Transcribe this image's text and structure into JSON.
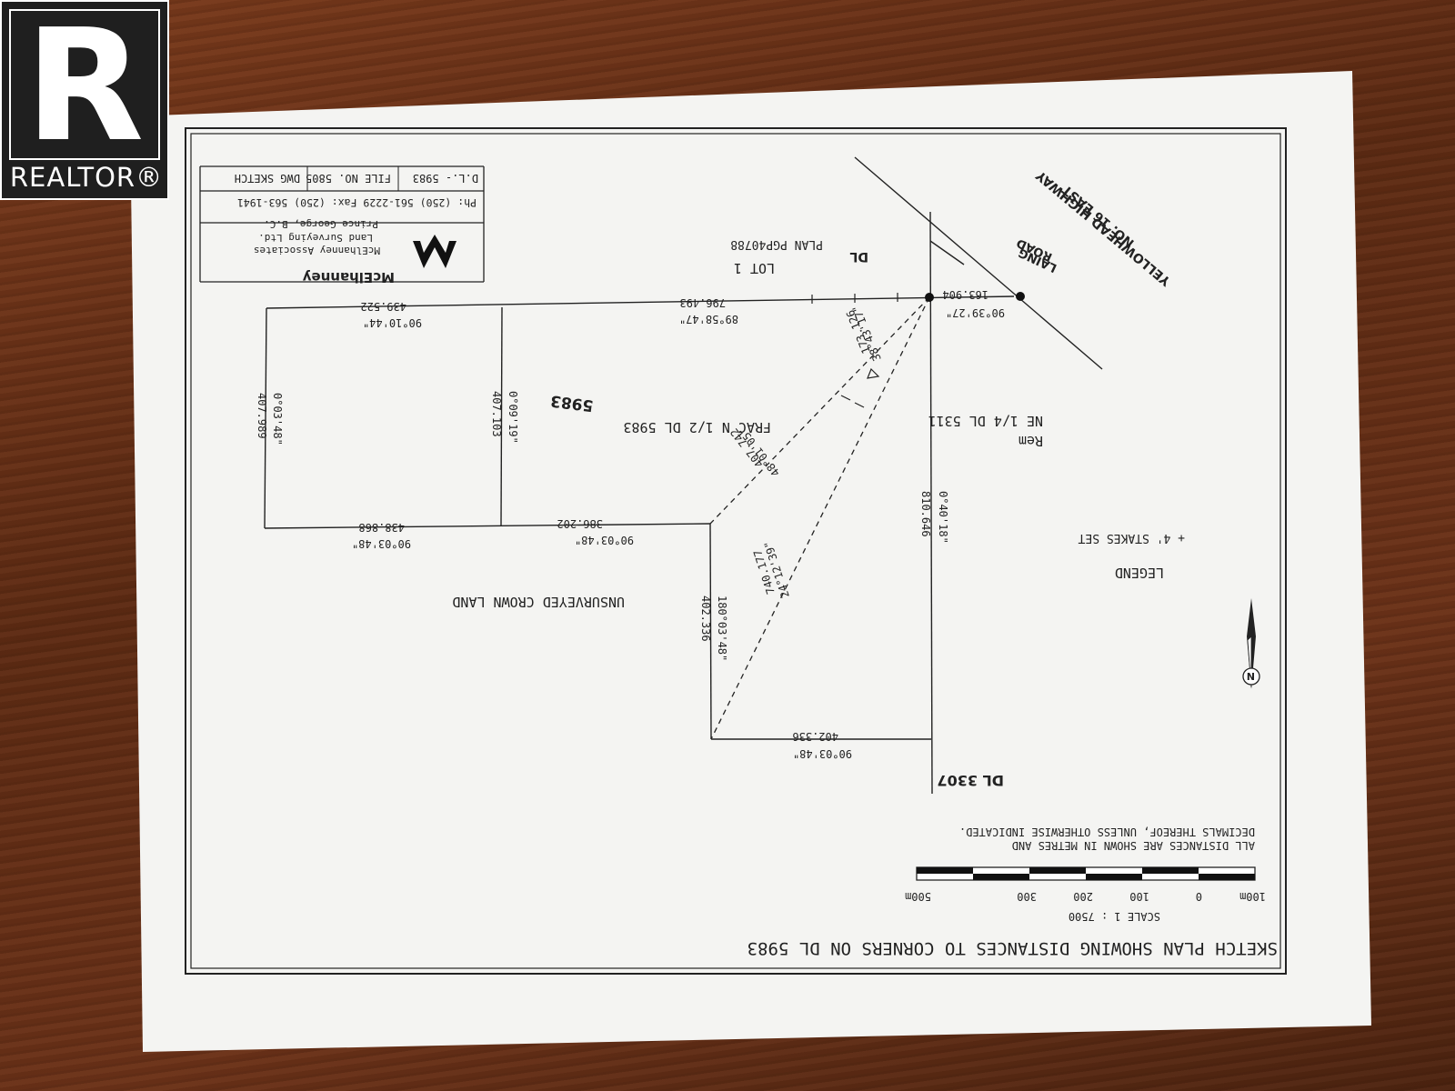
{
  "watermark": {
    "letter": "R",
    "text": "REALTOR®"
  },
  "title": "SKETCH PLAN SHOWING DISTANCES TO CORNERS ON DL 5983",
  "scale": {
    "label": "SCALE 1 : 7500",
    "ticks": [
      "100m",
      "0",
      "100",
      "200",
      "300",
      "500m"
    ],
    "note_line1": "ALL DISTANCES ARE SHOWN IN METRES AND",
    "note_line2": "DECIMALS THEREOF, UNLESS OTHERWISE INDICATED."
  },
  "title_block": {
    "company": "McElhanney",
    "line1": "McElhanney Associates",
    "line2": "Land Surveying Ltd.",
    "line3": "Prince George, B.C.",
    "phone": "Ph: (250) 561-2229 Fax: (250) 563-1941",
    "dl": "D.L.- 5983",
    "file": "FILE NO. 5805",
    "dwg": "DWG SKETCH"
  },
  "legend": {
    "title": "LEGEND",
    "item": "+ 4' STAKES SET"
  },
  "map_labels": {
    "highway1": "YELLOWHEAD HIGHWAY",
    "highway2": "NO. 16 EAST",
    "road1": "LAING",
    "road2": "ROAD",
    "dl": "DL",
    "lot": "LOT 1",
    "plan": "PLAN PGP40788",
    "rem": "Rem",
    "ne": "NE 1/4 DL 5311",
    "frac": "FRAC N 1/2 DL 5983",
    "dl_num": "5983",
    "crown": "UNSURVEYED CROWN LAND",
    "dl3307": "DL 3307"
  },
  "dimensions": {
    "d_439_522": "439.522",
    "a_90_10_44": "90°10'44\"",
    "d_796_493": "796.493",
    "a_89_58_47": "89°58'47\"",
    "d_163_904": "163.904",
    "a_90_39_27": "90°39'27\"",
    "a_0_03_48_left": "0°03'48\"",
    "d_407_989": "407.989",
    "a_0_09_19": "0°09'19\"",
    "d_407_103": "407.103",
    "d_438_868": "438.868",
    "a_90_03_48_a": "90°03'48\"",
    "d_386_202": "386.202",
    "a_90_03_48_b": "90°03'48\"",
    "d_173_126": "173.126",
    "a_38_43_17": "38°43'17\"",
    "d_407_742": "407.742",
    "a_48_01_05": "48°01'05\"",
    "a_24_12_39": "24°12'39\"",
    "d_740_177": "740.177",
    "a_0_40_18": "0°40'18\"",
    "d_810_646": "810.646",
    "a_180_03_48": "180°03'48\"",
    "d_402_336_v": "402.336",
    "d_402_336_h": "402.336",
    "a_90_03_48_c": "90°03'48\""
  },
  "north": "N"
}
